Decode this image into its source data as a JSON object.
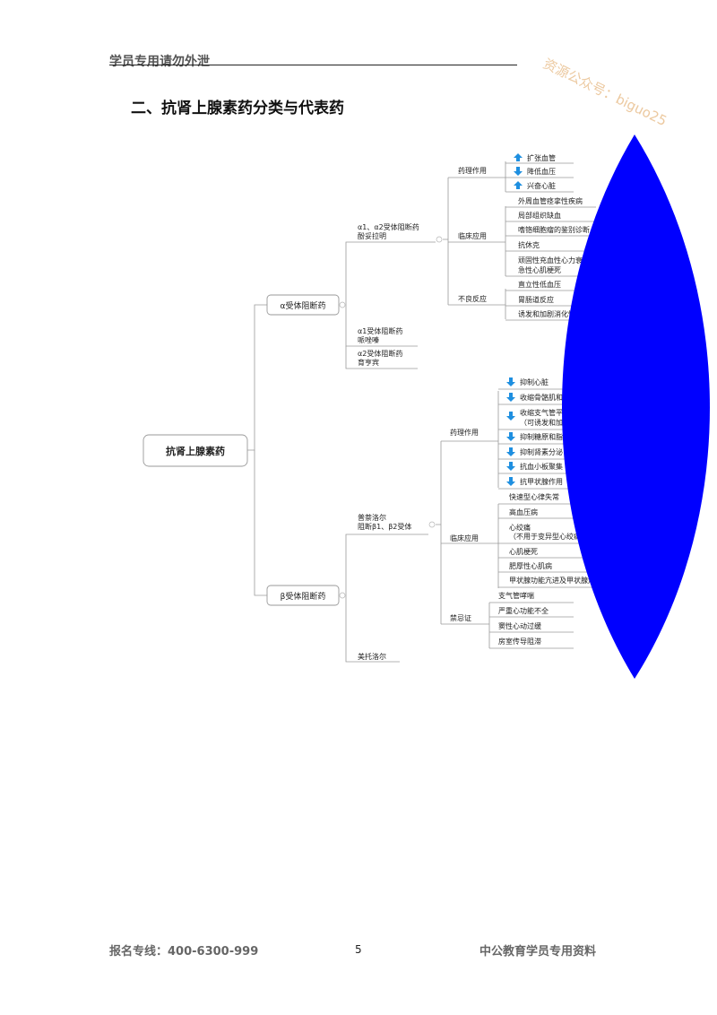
{
  "header": {
    "text": "学员专用请勿外泄",
    "watermark": "资源公众号：biguo25"
  },
  "section_title": "二、抗肾上腺素药分类与代表药",
  "mindmap": {
    "root": "抗肾上腺素药",
    "alpha": {
      "label": "α受体阻断药",
      "a12": {
        "line1": "α1、α2受体阻断药",
        "line2": "酚妥拉明"
      },
      "pharm": {
        "label": "药理作用",
        "items": [
          "扩张血管",
          "降低血压",
          "兴奋心脏"
        ]
      },
      "clinical": {
        "label": "临床应用",
        "items": [
          "外周血管痉挛性疾病",
          "局部组织缺血",
          "嗜铬细胞瘤的鉴别诊断",
          "抗休克",
          "顽固性充血性心力衰竭",
          "急性心肌梗死"
        ]
      },
      "adverse": {
        "label": "不良反应",
        "items": [
          "直立性低血压",
          "胃肠道反应",
          "诱发和加剧消化性溃疡"
        ]
      },
      "a1": {
        "line1": "α1受体阻断药",
        "line2": "哌唑嗪"
      },
      "a2": {
        "line1": "α2受体阻断药",
        "line2": "育亨宾"
      }
    },
    "beta": {
      "label": "β受体阻断药",
      "prop": {
        "line1": "普萘洛尔",
        "line2": "阻断β1、β2受体"
      },
      "pharm": {
        "label": "药理作用",
        "items": [
          "抑制心脏",
          "收缩骨骼肌和内脏血管",
          "收缩支气管平滑肌",
          "（可诱发和加重哮喘）",
          "抑制糖原和脂肪分解",
          "抑制肾素分泌",
          "抗血小板聚集",
          "抗甲状腺作用"
        ]
      },
      "clinical": {
        "label": "临床应用",
        "items": [
          "快速型心律失常",
          "高血压病",
          "心绞痛",
          "（不用于变异型心绞痛）",
          "心肌梗死",
          "肥厚性心肌病",
          "甲状腺功能亢进及甲状腺危象"
        ]
      },
      "contra": {
        "label": "禁忌证",
        "items": [
          "支气管哮喘",
          "严重心功能不全",
          "窦性心动过缓",
          "房室传导阻滞"
        ]
      },
      "meto": "美托洛尔"
    }
  },
  "footer": {
    "left": "报名专线：400-6300-999",
    "page": "5",
    "right": "中公教育学员专用资料"
  },
  "colors": {
    "arrow": "#1e8fe0",
    "overlay": "#0000ff",
    "watermark": "#ecc9a0"
  }
}
